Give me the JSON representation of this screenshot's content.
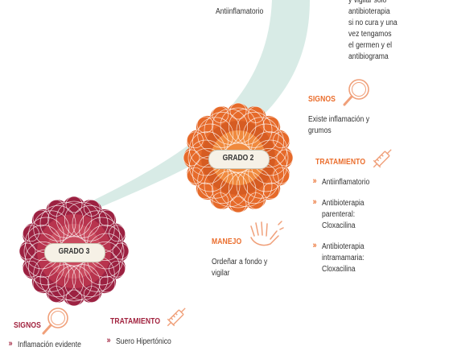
{
  "colors": {
    "arc": "#cfe6df",
    "orange": "#ea6d2c",
    "crimson": "#a1223e",
    "grado2_outer": "#e66a2a",
    "grado3_outer": "#9c2141"
  },
  "top": {
    "left_text": "Antiinflamatorio",
    "right_lines": [
      "y vigilar solo",
      "antibioterapia",
      "si no cura y una",
      "vez tengamos",
      "el germen y el",
      "antibiograma"
    ]
  },
  "grado2": {
    "label": "GRADO 2",
    "signos": {
      "title": "SIGNOS",
      "icon": "magnifier-icon",
      "text_lines": [
        "Existe inflamación y",
        "grumos"
      ]
    },
    "tratamiento": {
      "title": "TRATAMIENTO",
      "icon": "syringe-icon",
      "items": [
        [
          "Antiinflamatorio"
        ],
        [
          "Antibioterapia",
          "parenteral:",
          "Cloxacilina"
        ],
        [
          "Antibioterapia",
          "intramamaria:",
          "Cloxacilina"
        ]
      ]
    },
    "manejo": {
      "title": "MANEJO",
      "icon": "hand-icon",
      "text_lines": [
        "Ordeñar a fondo y",
        "vigilar"
      ]
    }
  },
  "grado3": {
    "label": "GRADO 3",
    "signos": {
      "title": "SIGNOS",
      "icon": "magnifier-icon",
      "item": "Inflamación evidente"
    },
    "tratamiento": {
      "title": "TRATAMIENTO",
      "icon": "syringe-icon",
      "item": "Suero Hipertónico"
    }
  }
}
